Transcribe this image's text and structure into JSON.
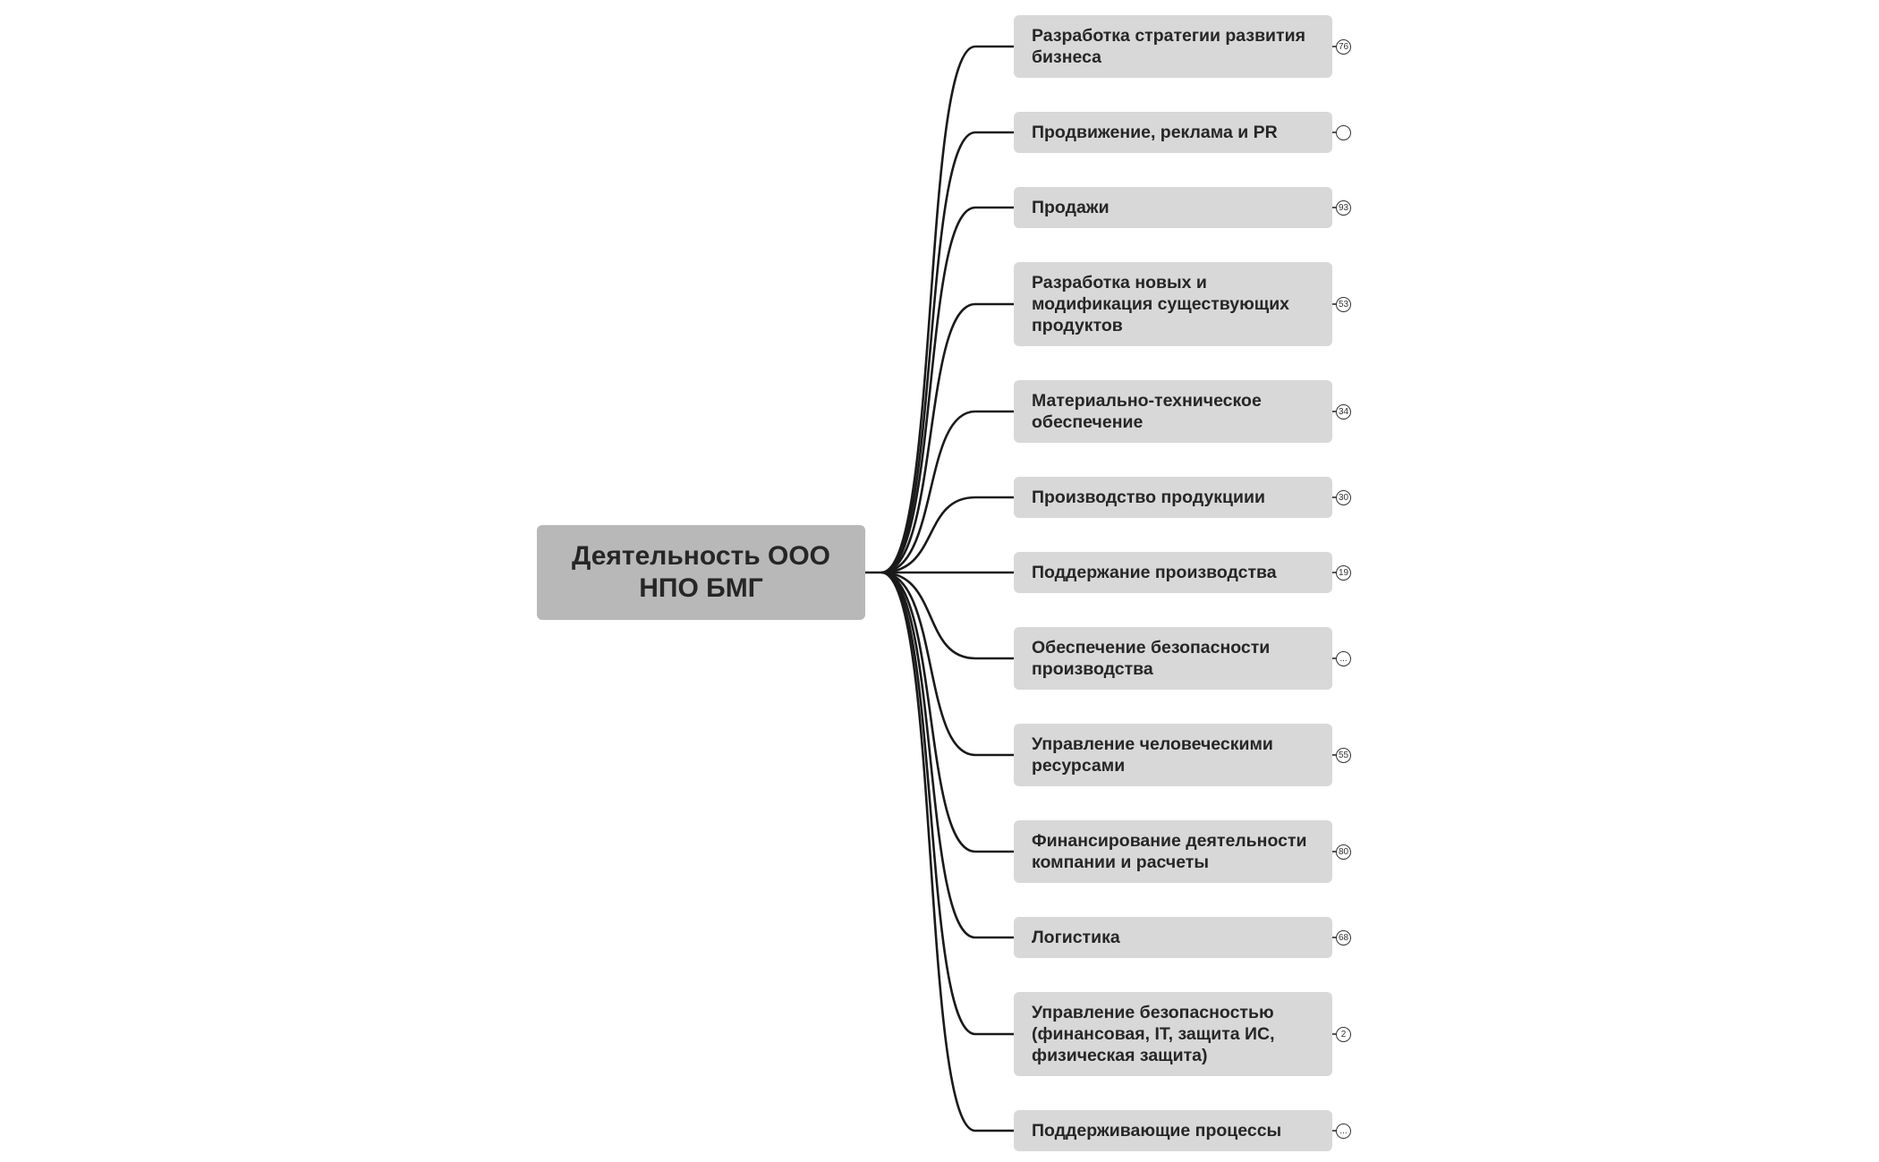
{
  "root": {
    "title": "Деятельность ООО НПО БМГ"
  },
  "topics": [
    {
      "label": "Разработка стратегии развития бизнеса",
      "badge": "76"
    },
    {
      "label": "Продвижение, реклама и PR",
      "badge": ""
    },
    {
      "label": "Продажи",
      "badge": "93"
    },
    {
      "label": "Разработка новых и модификация существующих продуктов",
      "badge": "53"
    },
    {
      "label": "Материально-техническое обеспечение",
      "badge": "34"
    },
    {
      "label": "Производство продукциии",
      "badge": "30"
    },
    {
      "label": "Поддержание производства",
      "badge": "19"
    },
    {
      "label": "Обеспечение безопасности производства",
      "badge": "..."
    },
    {
      "label": "Управление человеческими ресурсами",
      "badge": "55"
    },
    {
      "label": "Финансирование деятельности компании и расчеты",
      "badge": "80"
    },
    {
      "label": "Логистика",
      "badge": "68"
    },
    {
      "label": "Управление безопасностью (финансовая, IT, защита ИС, физическая защита)",
      "badge": "2"
    },
    {
      "label": "Поддерживающие процессы",
      "badge": "..."
    }
  ],
  "colors": {
    "root_fill": "#b8b8b8",
    "topic_fill": "#d8d8d8",
    "connector": "#1a1a1a",
    "text": "#262626"
  }
}
